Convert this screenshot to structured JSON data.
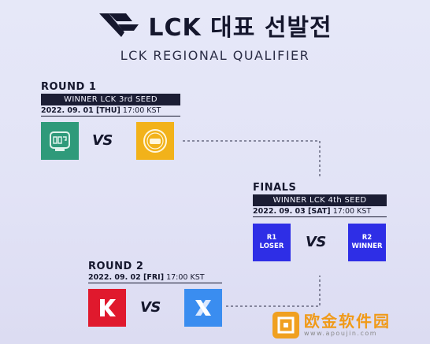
{
  "header": {
    "title": "LCK 대표 선발전",
    "subtitle": "LCK REGIONAL QUALIFIER"
  },
  "round1": {
    "label": "ROUND 1",
    "bar": "WINNER LCK 3rd SEED",
    "date": "2022. 09. 01 [THU]",
    "time": "17:00 KST",
    "team_a": "DWG KIA",
    "team_b": "Liiv SANDBOX",
    "vs": "VS"
  },
  "round2": {
    "label": "ROUND 2",
    "date": "2022. 09. 02 [FRI]",
    "time": "17:00 KST",
    "team_a": "KWANGDONG FREECS",
    "team_b": "DRX",
    "vs": "VS"
  },
  "finals": {
    "label": "FINALS",
    "bar": "WINNER LCK 4th SEED",
    "date": "2022. 09. 03 [SAT]",
    "time": "17:00 KST",
    "slot_a_line1": "R1",
    "slot_a_line2": "LOSER",
    "slot_b_line1": "R2",
    "slot_b_line2": "WINNER",
    "vs": "VS"
  },
  "watermark": {
    "text": "欧金软件园",
    "url": "www.apoujin.com"
  },
  "colors": {
    "background": "#e3e4f7",
    "dark": "#1b1d34",
    "dwg": "#2f9a7a",
    "lsb": "#f2b21a",
    "kdf": "#e0192d",
    "drx": "#3a8df0",
    "slot": "#2e2ee6",
    "watermark": "#f09a18"
  }
}
